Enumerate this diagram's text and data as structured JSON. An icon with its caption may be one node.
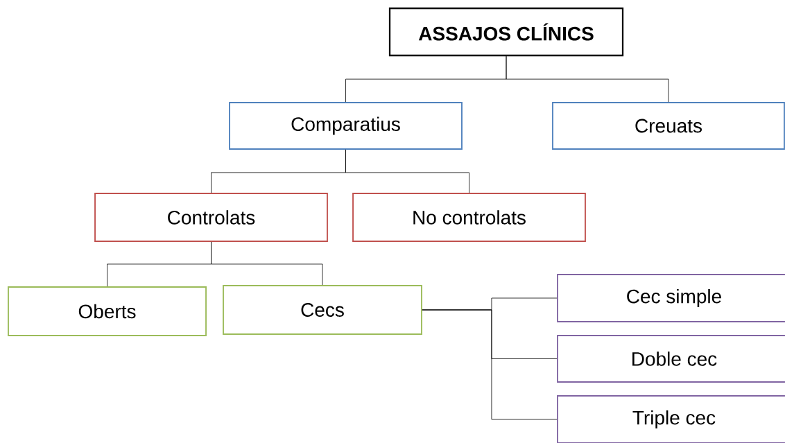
{
  "diagram": {
    "nodes": [
      {
        "text": [
          "ASSAJOS CLÍNICS"
        ]
      },
      {
        "text": [
          "Comparatius"
        ]
      },
      {
        "text": [
          "Creuats"
        ]
      },
      {
        "text": [
          "Controlats"
        ]
      },
      {
        "text": [
          "No controlats"
        ]
      },
      {
        "text": [
          "Oberts"
        ]
      },
      {
        "text": [
          "Cecs"
        ]
      },
      {
        "text": [
          "Cec simple"
        ]
      },
      {
        "text": [
          "Doble cec"
        ]
      },
      {
        "text": [
          "Triple cec"
        ]
      }
    ],
    "edges": [
      {
        "from": 0,
        "to": 1,
        "arrow": "none"
      },
      {
        "from": 0,
        "to": 2,
        "arrow": "none"
      },
      {
        "from": 1,
        "to": 3,
        "arrow": "none"
      },
      {
        "from": 1,
        "to": 4,
        "arrow": "none"
      },
      {
        "from": 3,
        "to": 5,
        "arrow": "none"
      },
      {
        "from": 3,
        "to": 6,
        "arrow": "none"
      },
      {
        "from": 6,
        "to": 7,
        "arrow": "none"
      },
      {
        "from": 6,
        "to": 8,
        "arrow": "none"
      },
      {
        "from": 6,
        "to": 9,
        "arrow": "none"
      }
    ]
  }
}
